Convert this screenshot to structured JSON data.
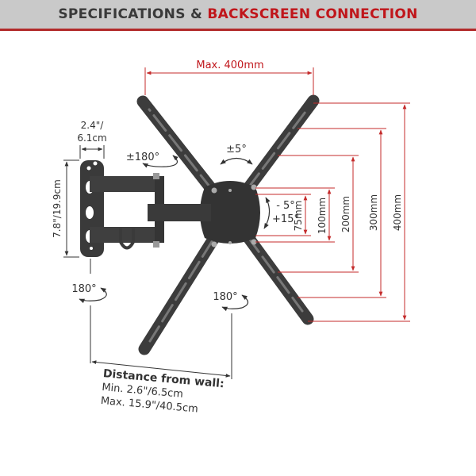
{
  "header": {
    "title_part1": "SPECIFICATIONS & ",
    "title_part2": "BACKSCREEN CONNECTION"
  },
  "colors": {
    "accent": "#c0161b",
    "dimension_line": "#c42b2b",
    "mount": "#3c3c3c",
    "header_bg": "#c9c9c9"
  },
  "dimensions": {
    "max_width": "Max. 400mm",
    "vesa_vertical": [
      "75mm",
      "100mm",
      "200mm",
      "300mm",
      "400mm"
    ],
    "wall_plate_width_line1": "2.4\"/",
    "wall_plate_width_line2": "6.1cm",
    "wall_plate_height": "7.8\"/19.9cm"
  },
  "rotations": {
    "swivel_arm": "±180°",
    "level_adjust": "±5°",
    "tilt_line1": "- 5°",
    "tilt_line2": "+15°",
    "wall_swivel": "180°",
    "head_swivel": "180°"
  },
  "distance": {
    "title": "Distance from wall:",
    "min": "Min. 2.6\"/6.5cm",
    "max": "Max. 15.9\"/40.5cm"
  }
}
